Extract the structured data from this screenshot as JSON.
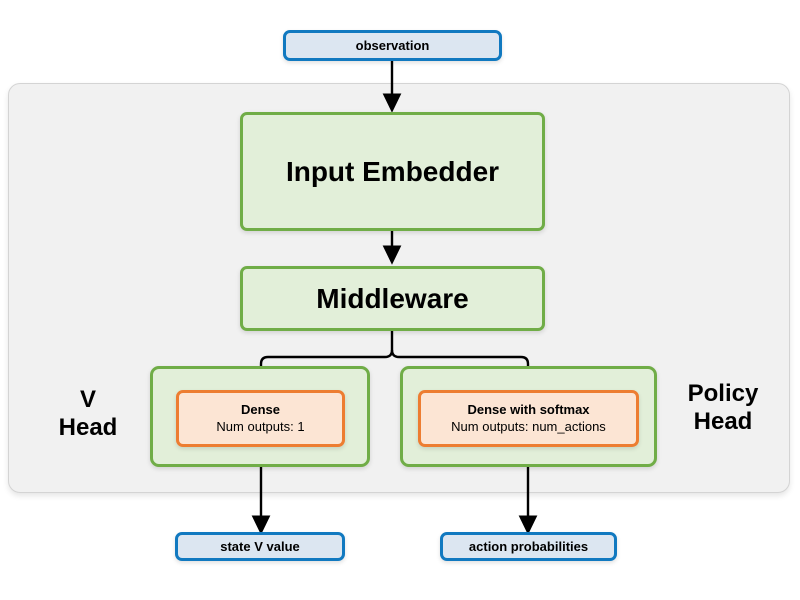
{
  "diagram": {
    "title_nodes": {
      "observation": "observation",
      "input_embedder": "Input Embedder",
      "middleware": "Middleware",
      "state_v_value": "state V value",
      "action_probabilities": "action probabilities"
    },
    "heads": [
      {
        "label_line1": "V",
        "label_line2": "Head",
        "inner_title": "Dense",
        "inner_subtitle": "Num outputs: 1"
      },
      {
        "label_line1": "Policy",
        "label_line2": "Head",
        "inner_title": "Dense with softmax",
        "inner_subtitle": "Num outputs: num_actions"
      }
    ],
    "colors": {
      "io_fill": "#dce6f1",
      "io_border": "#1179c0",
      "module_fill": "#e2efd9",
      "module_border": "#70ad47",
      "inner_fill": "#fce5d4",
      "inner_border": "#ed7d31",
      "panel_fill": "#f1f1f1",
      "panel_border": "#d4d4d4",
      "arrow": "#000000",
      "background": "#ffffff"
    }
  }
}
